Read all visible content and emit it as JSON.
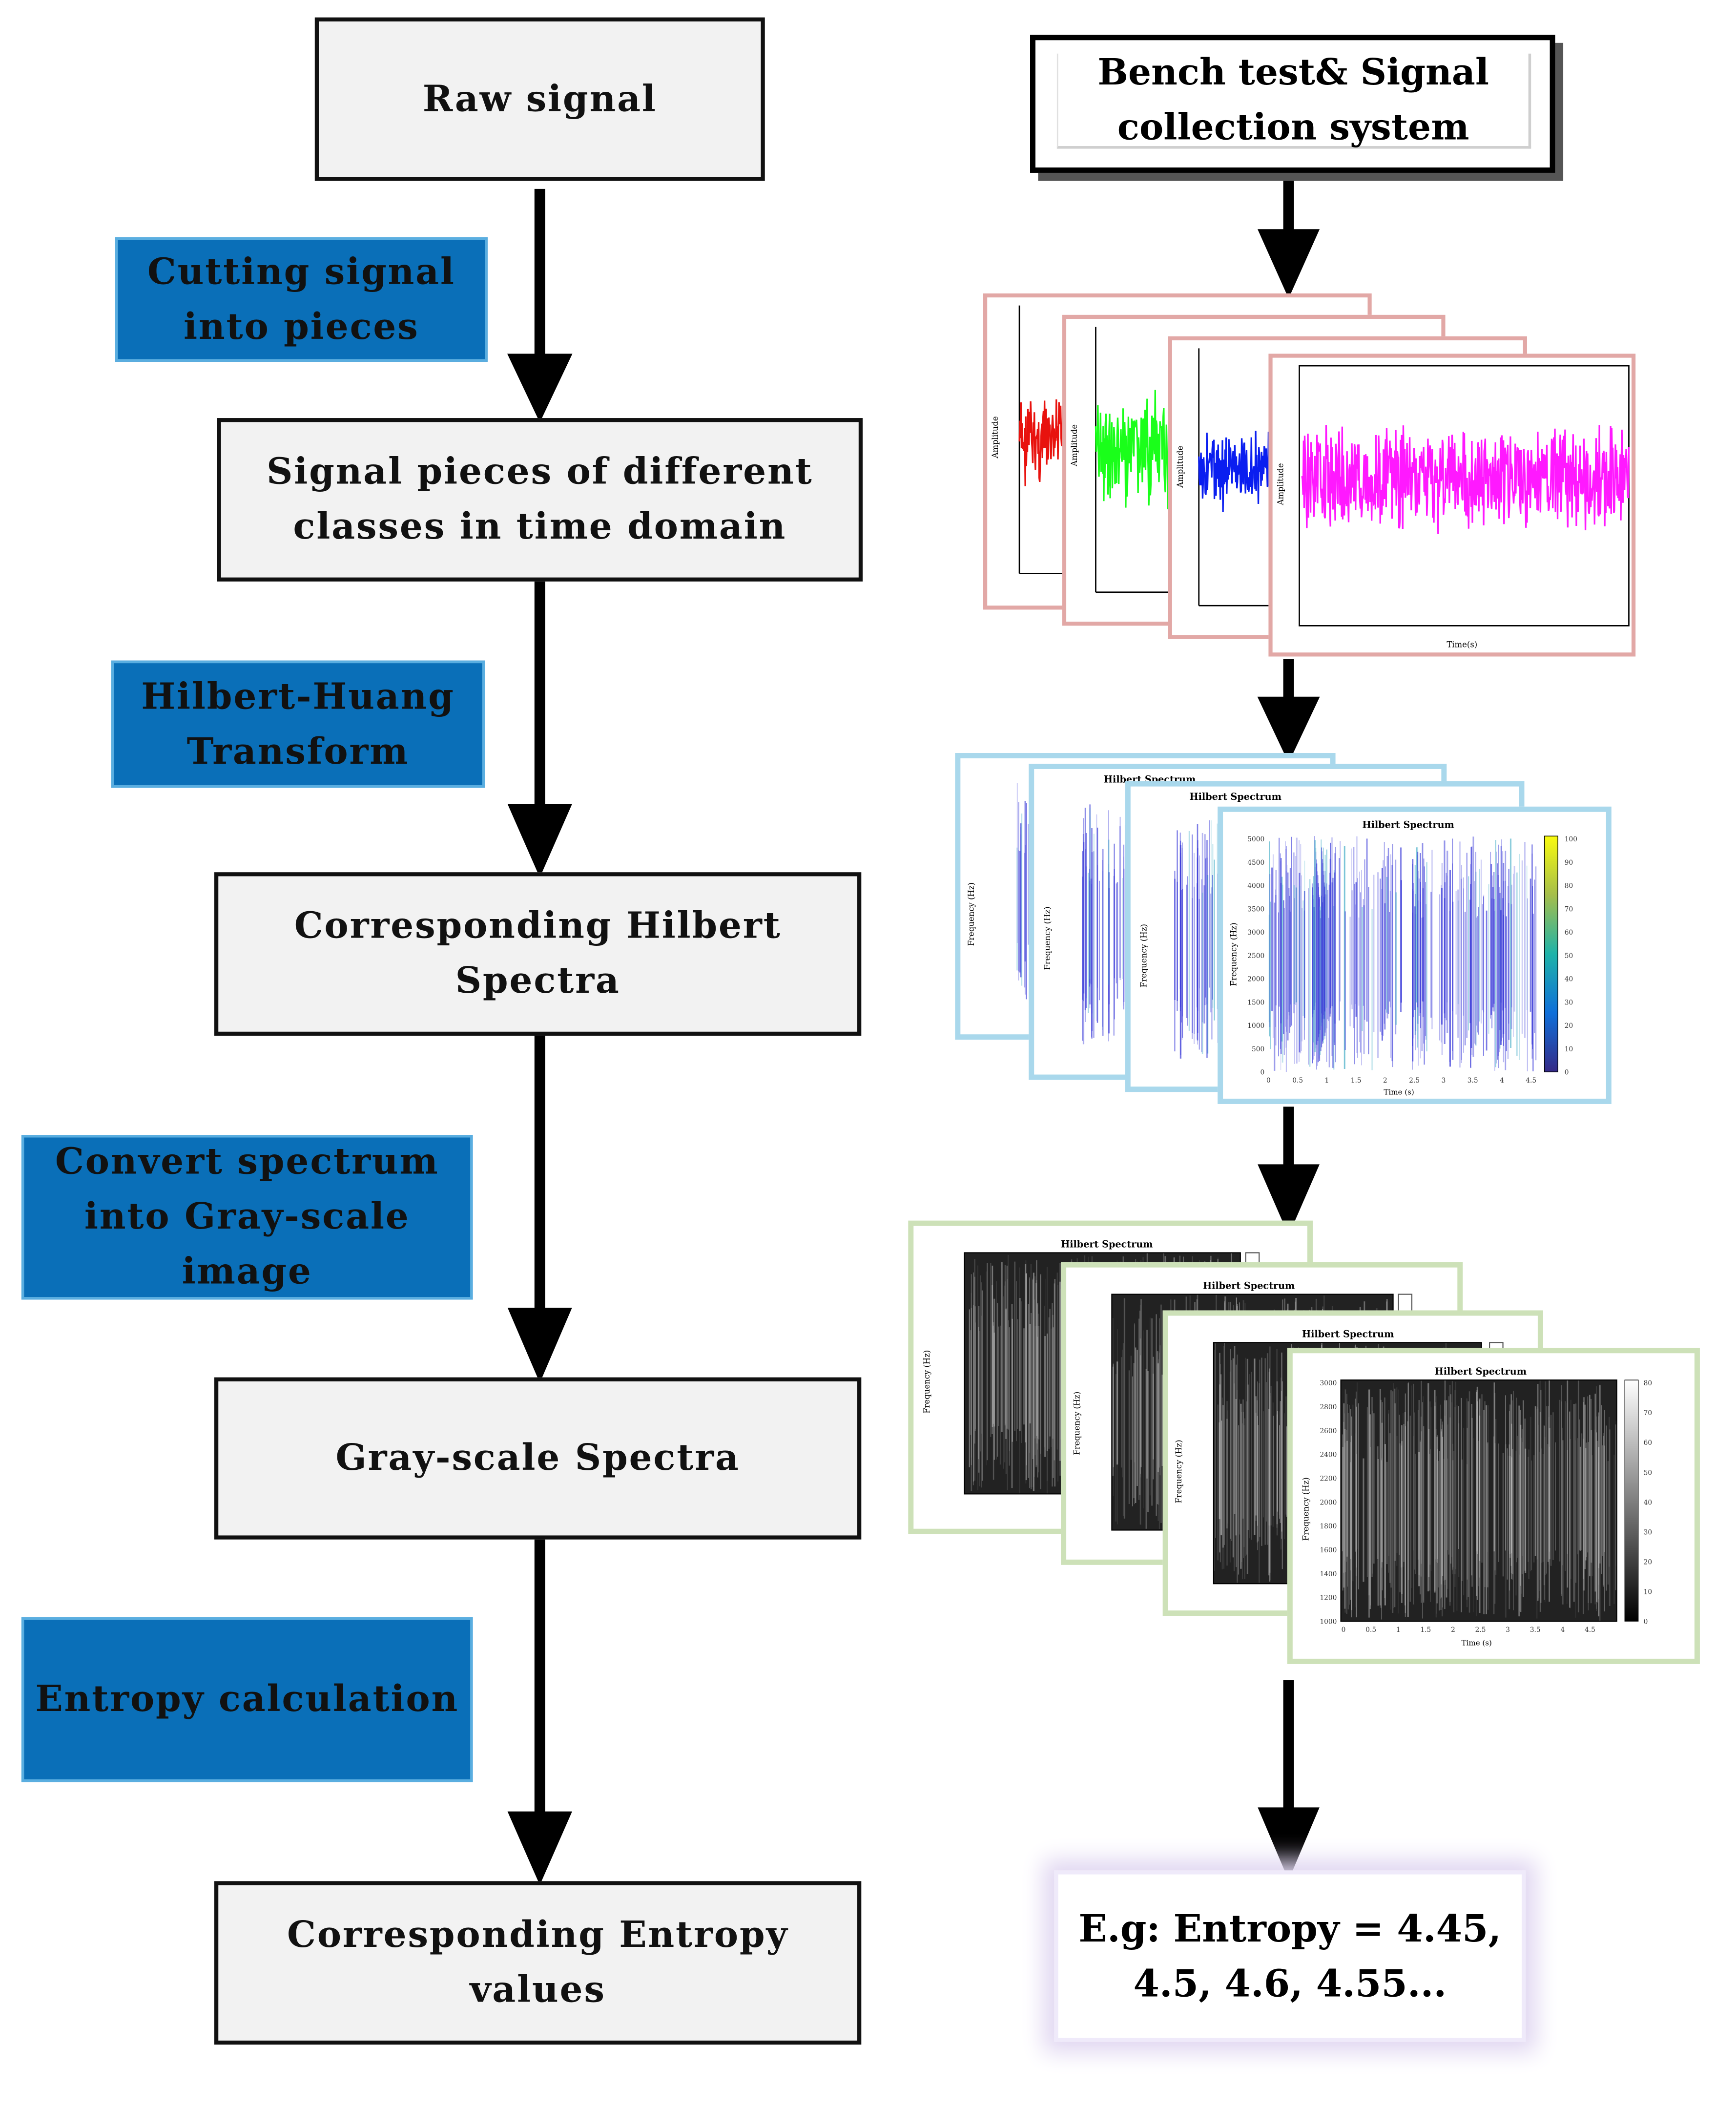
{
  "left_flow": {
    "raw_signal": "Raw signal",
    "signal_pieces": [
      "Signal pieces of different",
      "classes in time domain"
    ],
    "hilbert_spectra": "Corresponding Hilbert Spectra",
    "gray_spectra": "Gray-scale Spectra",
    "entropy_values": "Corresponding Entropy values"
  },
  "steps": {
    "cutting": [
      "Cutting signal",
      "into pieces"
    ],
    "hht": [
      "Hilbert-Huang",
      "Transform"
    ],
    "convert": [
      "Convert spectrum",
      "into Gray-scale",
      "image"
    ],
    "entropy_calc": "Entropy calculation"
  },
  "right_flow": {
    "bench": [
      "Bench test& Signal",
      "collection system"
    ],
    "result": [
      "E.g: Entropy = 4.45,",
      "4.5, 4.6, 4.55..."
    ]
  },
  "thumbnails": {
    "time_domain": {
      "x_label": "Time(s)",
      "y_label": "Amplitude",
      "trace_colors": [
        "#e8120e",
        "#1aff1a",
        "#0a1ef0",
        "#ff19ff"
      ]
    },
    "hilbert": {
      "title": "Hilbert Spectrum",
      "y_label": "Frequency (Hz)",
      "x_label": "Time (s)",
      "y_ticks": [
        "5000",
        "4500",
        "4000",
        "3500",
        "3000",
        "2500",
        "2000",
        "1500",
        "1000",
        "500",
        "0"
      ],
      "x_ticks": [
        "0",
        "0.5",
        "1",
        "1.5",
        "2",
        "2.5",
        "3",
        "3.5",
        "4",
        "4.5"
      ],
      "colorbar_ticks": [
        "100",
        "90",
        "80",
        "70",
        "60",
        "50",
        "40",
        "30",
        "20",
        "10",
        "0"
      ]
    },
    "grayscale": {
      "title": "Hilbert Spectrum",
      "y_label": "Frequency (Hz)",
      "x_label": "Time (s)",
      "y_ticks": [
        "3000",
        "2800",
        "2600",
        "2400",
        "2200",
        "2000",
        "1800",
        "1600",
        "1400",
        "1200",
        "1000"
      ],
      "x_ticks": [
        "0",
        "0.5",
        "1",
        "1.5",
        "2",
        "2.5",
        "3",
        "3.5",
        "4",
        "4.5"
      ],
      "colorbar_ticks": [
        "80",
        "70",
        "60",
        "50",
        "40",
        "30",
        "20",
        "10",
        "0"
      ]
    }
  },
  "colors": {
    "step_fill": "#0a6fb8",
    "box_fill": "#f2f2f2",
    "time_card_border": "#e2a8a6",
    "hilbert_card_border": "#a9d8ec",
    "gray_card_border": "#cde1b8",
    "result_glow": "#e0d6f1"
  }
}
